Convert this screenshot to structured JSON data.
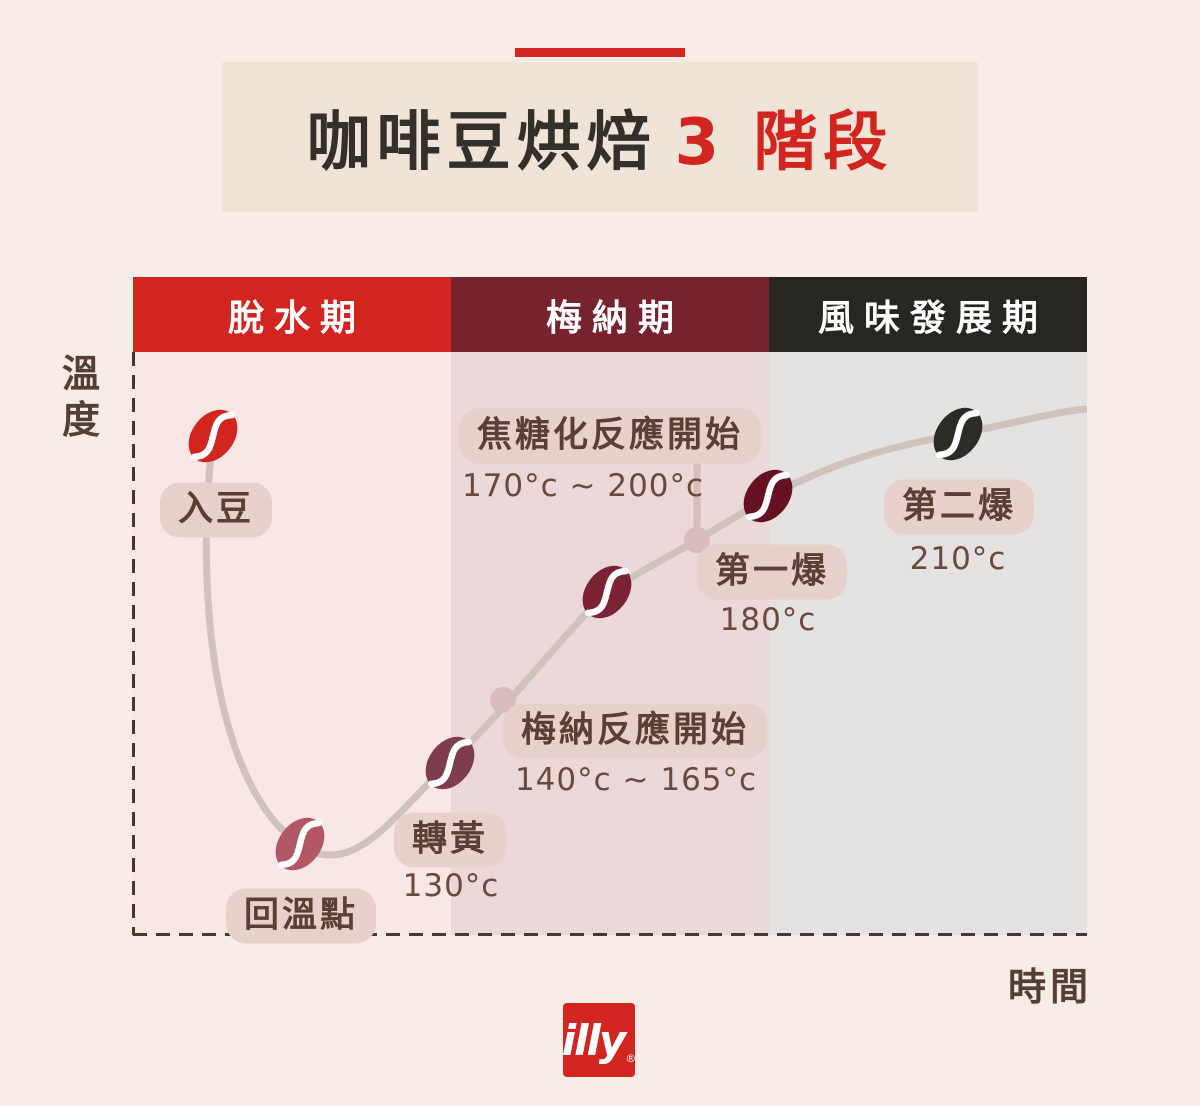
{
  "title": {
    "main": "咖啡豆烘焙",
    "highlight": "3 階段"
  },
  "axes": {
    "y_label": "溫度",
    "x_label": "時間"
  },
  "stages": [
    {
      "label": "脫水期",
      "header_color": "#d2251f",
      "panel_color": "#f9e7e5"
    },
    {
      "label": "梅納期",
      "header_color": "#76232f",
      "panel_color": "#ecd8d9"
    },
    {
      "label": "風味發展期",
      "header_color": "#272620",
      "panel_color": "#e4e3e1"
    }
  ],
  "milestones": [
    {
      "label": "入豆",
      "temp": ""
    },
    {
      "label": "回溫點",
      "temp": ""
    },
    {
      "label": "轉黃",
      "temp": "130°c"
    },
    {
      "label": "梅納反應開始",
      "temp": "140°c ~ 165°c"
    },
    {
      "label": "焦糖化反應開始",
      "temp": "170°c ~ 200°c"
    },
    {
      "label": "第一爆",
      "temp": "180°c"
    },
    {
      "label": "第二爆",
      "temp": "210°c"
    }
  ],
  "bean_colors": [
    "#d2251f",
    "#b15765",
    "#7e3d4d",
    "#7b2334",
    "#651122",
    "#2c2b25"
  ],
  "colors": {
    "page_bg": "#f8ece7",
    "banner_bg": "#f0e3d7",
    "accent_red": "#d2251f",
    "title_dark": "#33302b",
    "curve": "#cfc3bc",
    "node": "#d7bdbd",
    "axis_dash": "#4a372e",
    "badge_bg": "#e8d0cc",
    "text_brown": "#553e34"
  },
  "logo": {
    "text": "illy",
    "registered": "®",
    "bg": "#d2251f"
  },
  "chart_data": {
    "type": "line",
    "title": "咖啡豆烘焙 3 階段",
    "xlabel": "時間",
    "ylabel": "溫度",
    "legend": "none",
    "grid": false,
    "stages": [
      "脫水期",
      "梅納期",
      "風味發展期"
    ],
    "points": [
      {
        "label": "入豆",
        "stage": "脫水期",
        "temp_c": null,
        "note": "curve start, temperature drops"
      },
      {
        "label": "回溫點",
        "stage": "脫水期",
        "temp_c": null,
        "note": "lowest point of curve"
      },
      {
        "label": "轉黃",
        "stage": "脫水期",
        "temp_c": 130
      },
      {
        "label": "梅納反應開始",
        "stage": "梅納期",
        "temp_range_c": [
          140,
          165
        ]
      },
      {
        "label": "焦糖化反應開始",
        "stage": "梅納期",
        "temp_range_c": [
          170,
          200
        ]
      },
      {
        "label": "第一爆",
        "stage": "梅納期",
        "temp_c": 180
      },
      {
        "label": "第二爆",
        "stage": "風味發展期",
        "temp_c": 210
      }
    ]
  }
}
